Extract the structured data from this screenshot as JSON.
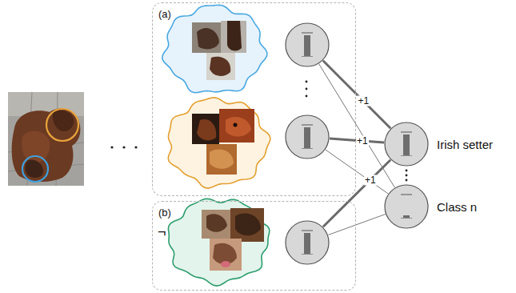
{
  "diagram": {
    "nodes": [
      {
        "text": [
          "(a)"
        ]
      },
      {
        "text": [],
        "in": 0
      },
      {
        "text": [],
        "in": 0
      },
      {
        "text": [
          "(b)"
        ]
      },
      {
        "text": [],
        "in": 3
      },
      {
        "text": [
          "Irish setter"
        ]
      },
      {
        "text": [
          "Class n"
        ]
      }
    ],
    "edges": [
      {
        "from": 1,
        "to": 5,
        "label": "+1",
        "arrow": "none"
      },
      {
        "from": 2,
        "to": 5,
        "label": "+1",
        "arrow": "none"
      },
      {
        "from": 4,
        "to": 5,
        "label": "+1",
        "arrow": "none"
      },
      {
        "from": 1,
        "to": 6,
        "arrow": "none"
      },
      {
        "from": 2,
        "to": 6,
        "arrow": "none"
      },
      {
        "from": 4,
        "to": 6,
        "arrow": "none"
      }
    ],
    "labels": [
      "¬"
    ]
  }
}
